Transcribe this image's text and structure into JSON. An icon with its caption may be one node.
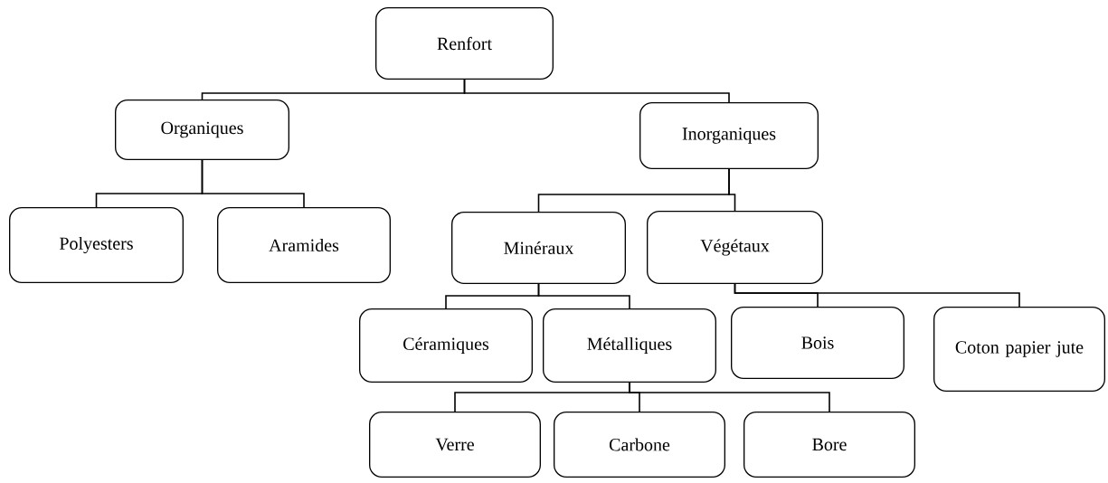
{
  "diagram": {
    "nodes": [
      {
        "text": [
          "Renfort"
        ]
      },
      {
        "text": [
          "Organiques"
        ]
      },
      {
        "text": [
          "Inorganiques"
        ]
      },
      {
        "text": [
          "Polyesters"
        ]
      },
      {
        "text": [
          "Aramides"
        ]
      },
      {
        "text": [
          "Minéraux"
        ]
      },
      {
        "text": [
          "Végétaux"
        ]
      },
      {
        "text": [
          "Céramiques"
        ]
      },
      {
        "text": [
          "Métalliques"
        ]
      },
      {
        "text": [
          "Bois"
        ]
      },
      {
        "text": [
          "Coton papier jute"
        ]
      },
      {
        "text": [
          "Verre"
        ]
      },
      {
        "text": [
          "Carbone"
        ]
      },
      {
        "text": [
          "Bore"
        ]
      }
    ],
    "edges": [
      {
        "from": 0,
        "to": 1,
        "arrow": "none"
      },
      {
        "from": 0,
        "to": 2,
        "arrow": "none"
      },
      {
        "from": 1,
        "to": 3,
        "arrow": "none"
      },
      {
        "from": 1,
        "to": 4,
        "arrow": "none"
      },
      {
        "from": 2,
        "to": 5,
        "arrow": "none"
      },
      {
        "from": 2,
        "to": 6,
        "arrow": "none"
      },
      {
        "from": 5,
        "to": 7,
        "arrow": "none"
      },
      {
        "from": 5,
        "to": 8,
        "arrow": "none"
      },
      {
        "from": 6,
        "to": 9,
        "arrow": "none"
      },
      {
        "from": 6,
        "to": 10,
        "arrow": "none"
      },
      {
        "from": 8,
        "to": 11,
        "arrow": "none"
      },
      {
        "from": 8,
        "to": 12,
        "arrow": "none"
      },
      {
        "from": 8,
        "to": 13,
        "arrow": "none"
      }
    ]
  }
}
